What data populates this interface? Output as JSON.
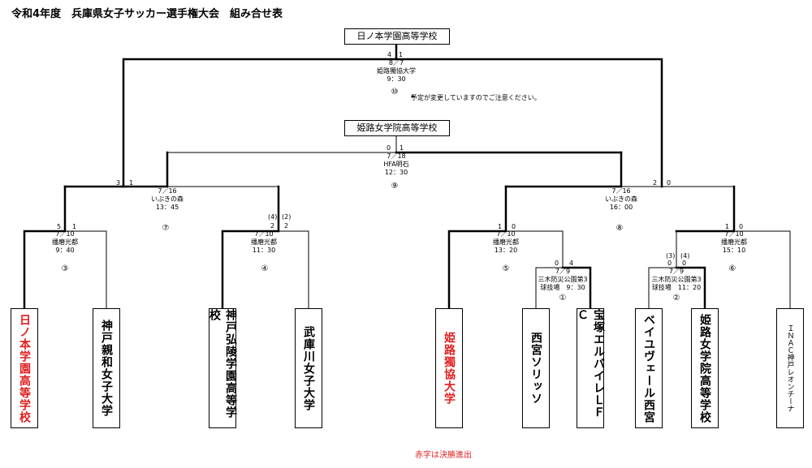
{
  "title": "令和4年度　兵庫県女子サッカー選手権大会　組み合せ表",
  "champion_box": "日ノ本学園高等学校",
  "runner_box": "姫路女学院高等学校",
  "note": "予定が変更していますのでご注意ください。",
  "footer": "赤字は決勝進出",
  "colors": {
    "finalist": "#e02020",
    "line": "#000000"
  },
  "teams": [
    {
      "name": "日ノ本学園高等学校",
      "finalist": true
    },
    {
      "name": "神戸親和女子大学",
      "finalist": false
    },
    {
      "name": "神戸弘陵学園高等学校",
      "finalist": false
    },
    {
      "name": "武庫川女子大学",
      "finalist": false
    },
    {
      "name": "姫路獨協大学",
      "finalist": true
    },
    {
      "name": "西宮ソリッソ",
      "finalist": false
    },
    {
      "name": "宝塚エルバイレＬＦＣ",
      "finalist": false
    },
    {
      "name": "ベイユヴェール西宮",
      "finalist": false
    },
    {
      "name": "姫路女学院高等学校",
      "finalist": false
    },
    {
      "name": "ＩＮＡＣ神戸レオンチーナ",
      "finalist": false
    }
  ],
  "matches": {
    "m1": {
      "date": "7／9",
      "venue1": "三木防災公園第3",
      "venue2": "球技場",
      "time": "9：30",
      "num": "①",
      "score_l": "0",
      "score_r": "4"
    },
    "m2": {
      "date": "7／9",
      "venue1": "三木防災公園第3",
      "venue2": "球技場",
      "time": "11：20",
      "num": "②",
      "score_l": "0",
      "score_r": "0",
      "pk_l": "(3)",
      "pk_r": "(4)"
    },
    "m3": {
      "date": "7／10",
      "venue": "播磨光都",
      "time": "9：40",
      "num": "③",
      "score_l": "5",
      "score_r": "1"
    },
    "m4": {
      "date": "7／10",
      "venue": "播磨光都",
      "time": "11：30",
      "num": "④",
      "score_l": "2",
      "score_r": "2",
      "pk_l": "(4)",
      "pk_r": "(2)"
    },
    "m5": {
      "date": "7／10",
      "venue": "播磨光都",
      "time": "13：20",
      "num": "⑤",
      "score_l": "1",
      "score_r": "0"
    },
    "m6": {
      "date": "7／10",
      "venue": "播磨光都",
      "time": "15：10",
      "num": "⑥",
      "score_l": "1",
      "score_r": "0"
    },
    "m7": {
      "date": "7／16",
      "venue": "いぶきの森",
      "time": "13：45",
      "num": "⑦",
      "score_l": "3",
      "score_r": "1"
    },
    "m8": {
      "date": "7／16",
      "venue": "いぶきの森",
      "time": "16：00",
      "num": "⑧",
      "score_l": "2",
      "score_r": "0"
    },
    "m9": {
      "date": "7／18",
      "venue": "HFA明石",
      "time": "12：30",
      "num": "⑨",
      "score_l": "0",
      "score_r": "1"
    },
    "m10": {
      "date": "8／7",
      "venue": "姫路獨協大学",
      "time": "9：30",
      "num": "⑩",
      "score_l": "4",
      "score_r": "1"
    }
  }
}
